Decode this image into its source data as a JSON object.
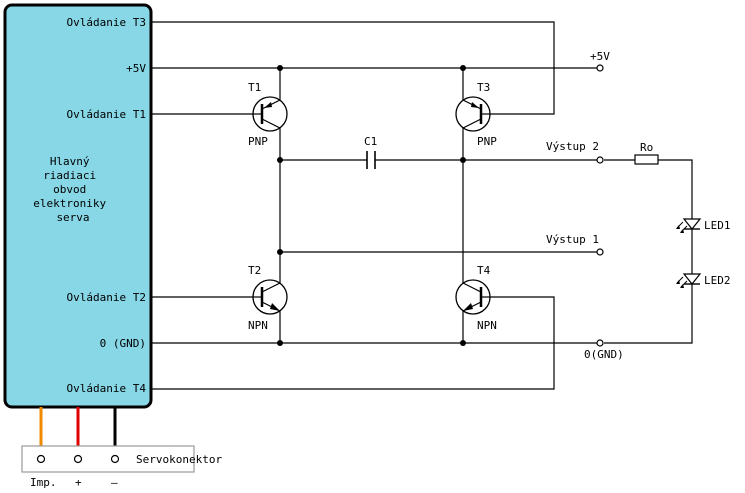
{
  "main_block": {
    "fill_color": "#87d7e6",
    "desc_lines": [
      "Hlavný",
      "riadiaci",
      "obvod",
      "elektroniky",
      "serva"
    ],
    "pins": {
      "ctrl_t3": "Ovládanie T3",
      "v5": "+5V",
      "ctrl_t1": "Ovládanie T1",
      "ctrl_t2": "Ovládanie T2",
      "gnd": "0 (GND)",
      "ctrl_t4": "Ovládanie T4"
    }
  },
  "transistors": {
    "t1": {
      "name": "T1",
      "type": "PNP"
    },
    "t2": {
      "name": "T2",
      "type": "NPN"
    },
    "t3": {
      "name": "T3",
      "type": "PNP"
    },
    "t4": {
      "name": "T4",
      "type": "NPN"
    }
  },
  "capacitor": "C1",
  "resistor": "Ro",
  "leds": [
    "LED1",
    "LED2"
  ],
  "outputs": {
    "v5": "+5V",
    "out2": "Výstup 2",
    "out1": "Výstup 1",
    "gnd": "0(GND)"
  },
  "connector": {
    "title": "Servokonektor",
    "pins": [
      "Imp.",
      "+",
      "–"
    ],
    "wire_colors": [
      "#f08a00",
      "#e00000",
      "#000000"
    ]
  }
}
